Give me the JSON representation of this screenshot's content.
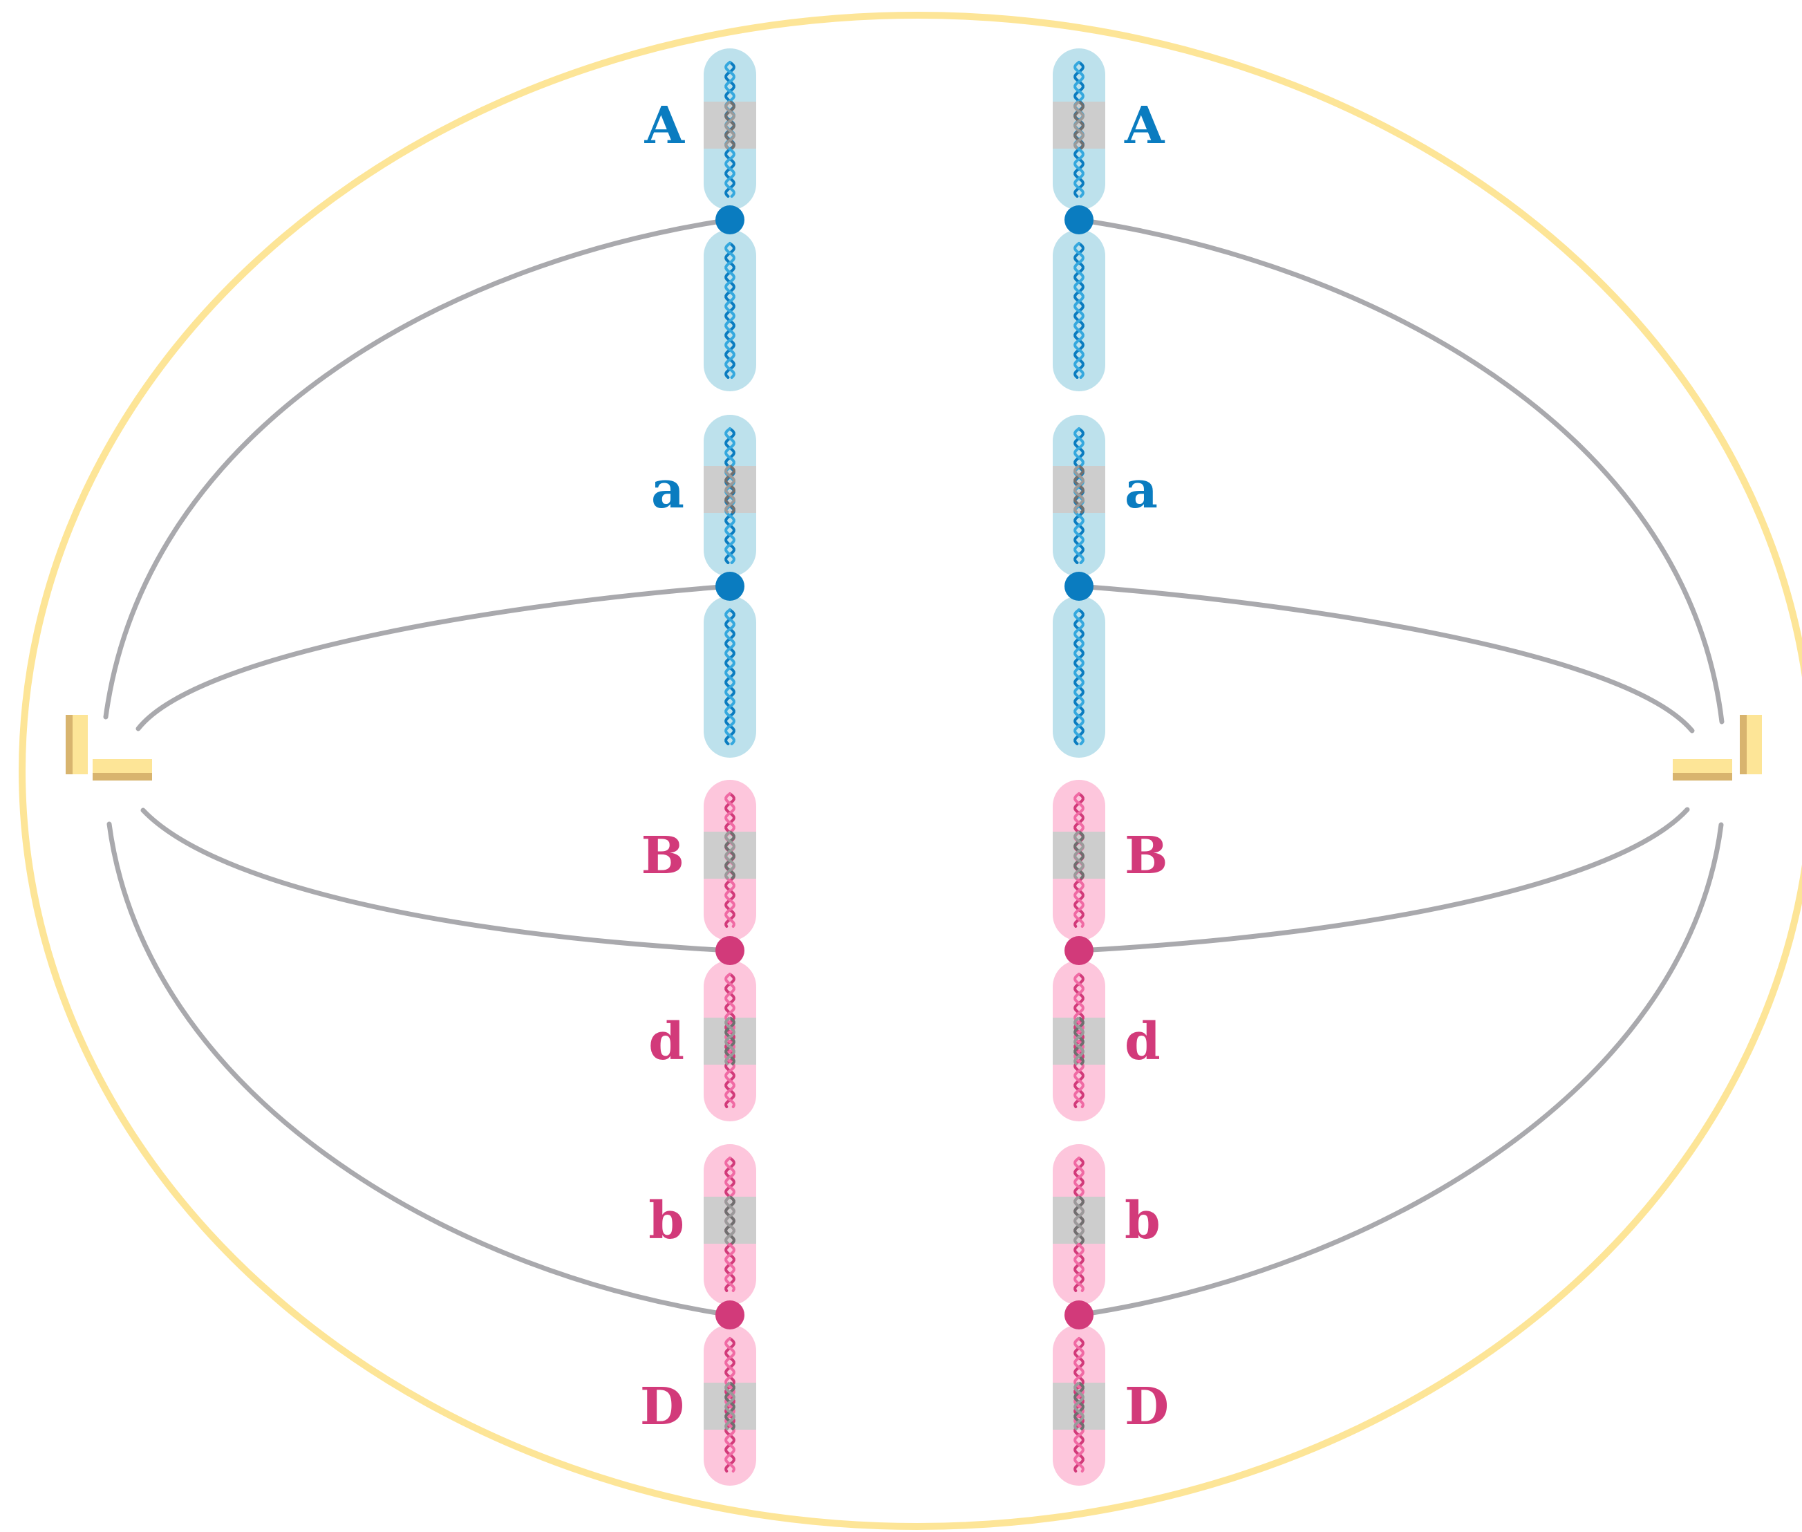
{
  "colors": {
    "cell_membrane": "#fde597",
    "spindle_fiber": "#a9a9ad",
    "centriole_light": "#fde597",
    "centriole_dark": "#d8b46e",
    "blue_fill": "#bde1ec",
    "blue_strand_dark": "#0a7cc0",
    "blue_strand_light": "#35a8de",
    "blue_centromere": "#0a7cc0",
    "blue_label": "#0a7cc0",
    "pink_fill": "#fdc6dc",
    "pink_strand_dark": "#d23a7a",
    "pink_strand_light": "#f06aa4",
    "pink_centromere": "#d23a7a",
    "pink_label": "#d23a7a",
    "gene_band": "#cdcdcd",
    "gene_band_strand": "#6f6f6f"
  },
  "chromosomes": [
    {
      "id": "left-1",
      "color": "blue",
      "genes": [
        {
          "label": "A"
        }
      ]
    },
    {
      "id": "left-2",
      "color": "blue",
      "genes": [
        {
          "label": "a"
        }
      ]
    },
    {
      "id": "left-3",
      "color": "pink",
      "genes": [
        {
          "label": "B"
        },
        {
          "label": "d"
        }
      ]
    },
    {
      "id": "left-4",
      "color": "pink",
      "genes": [
        {
          "label": "b"
        },
        {
          "label": "D"
        }
      ]
    },
    {
      "id": "right-1",
      "color": "blue",
      "genes": [
        {
          "label": "A"
        }
      ]
    },
    {
      "id": "right-2",
      "color": "blue",
      "genes": [
        {
          "label": "a"
        }
      ]
    },
    {
      "id": "right-3",
      "color": "pink",
      "genes": [
        {
          "label": "B"
        },
        {
          "label": "d"
        }
      ]
    },
    {
      "id": "right-4",
      "color": "pink",
      "genes": [
        {
          "label": "b"
        },
        {
          "label": "D"
        }
      ]
    }
  ]
}
